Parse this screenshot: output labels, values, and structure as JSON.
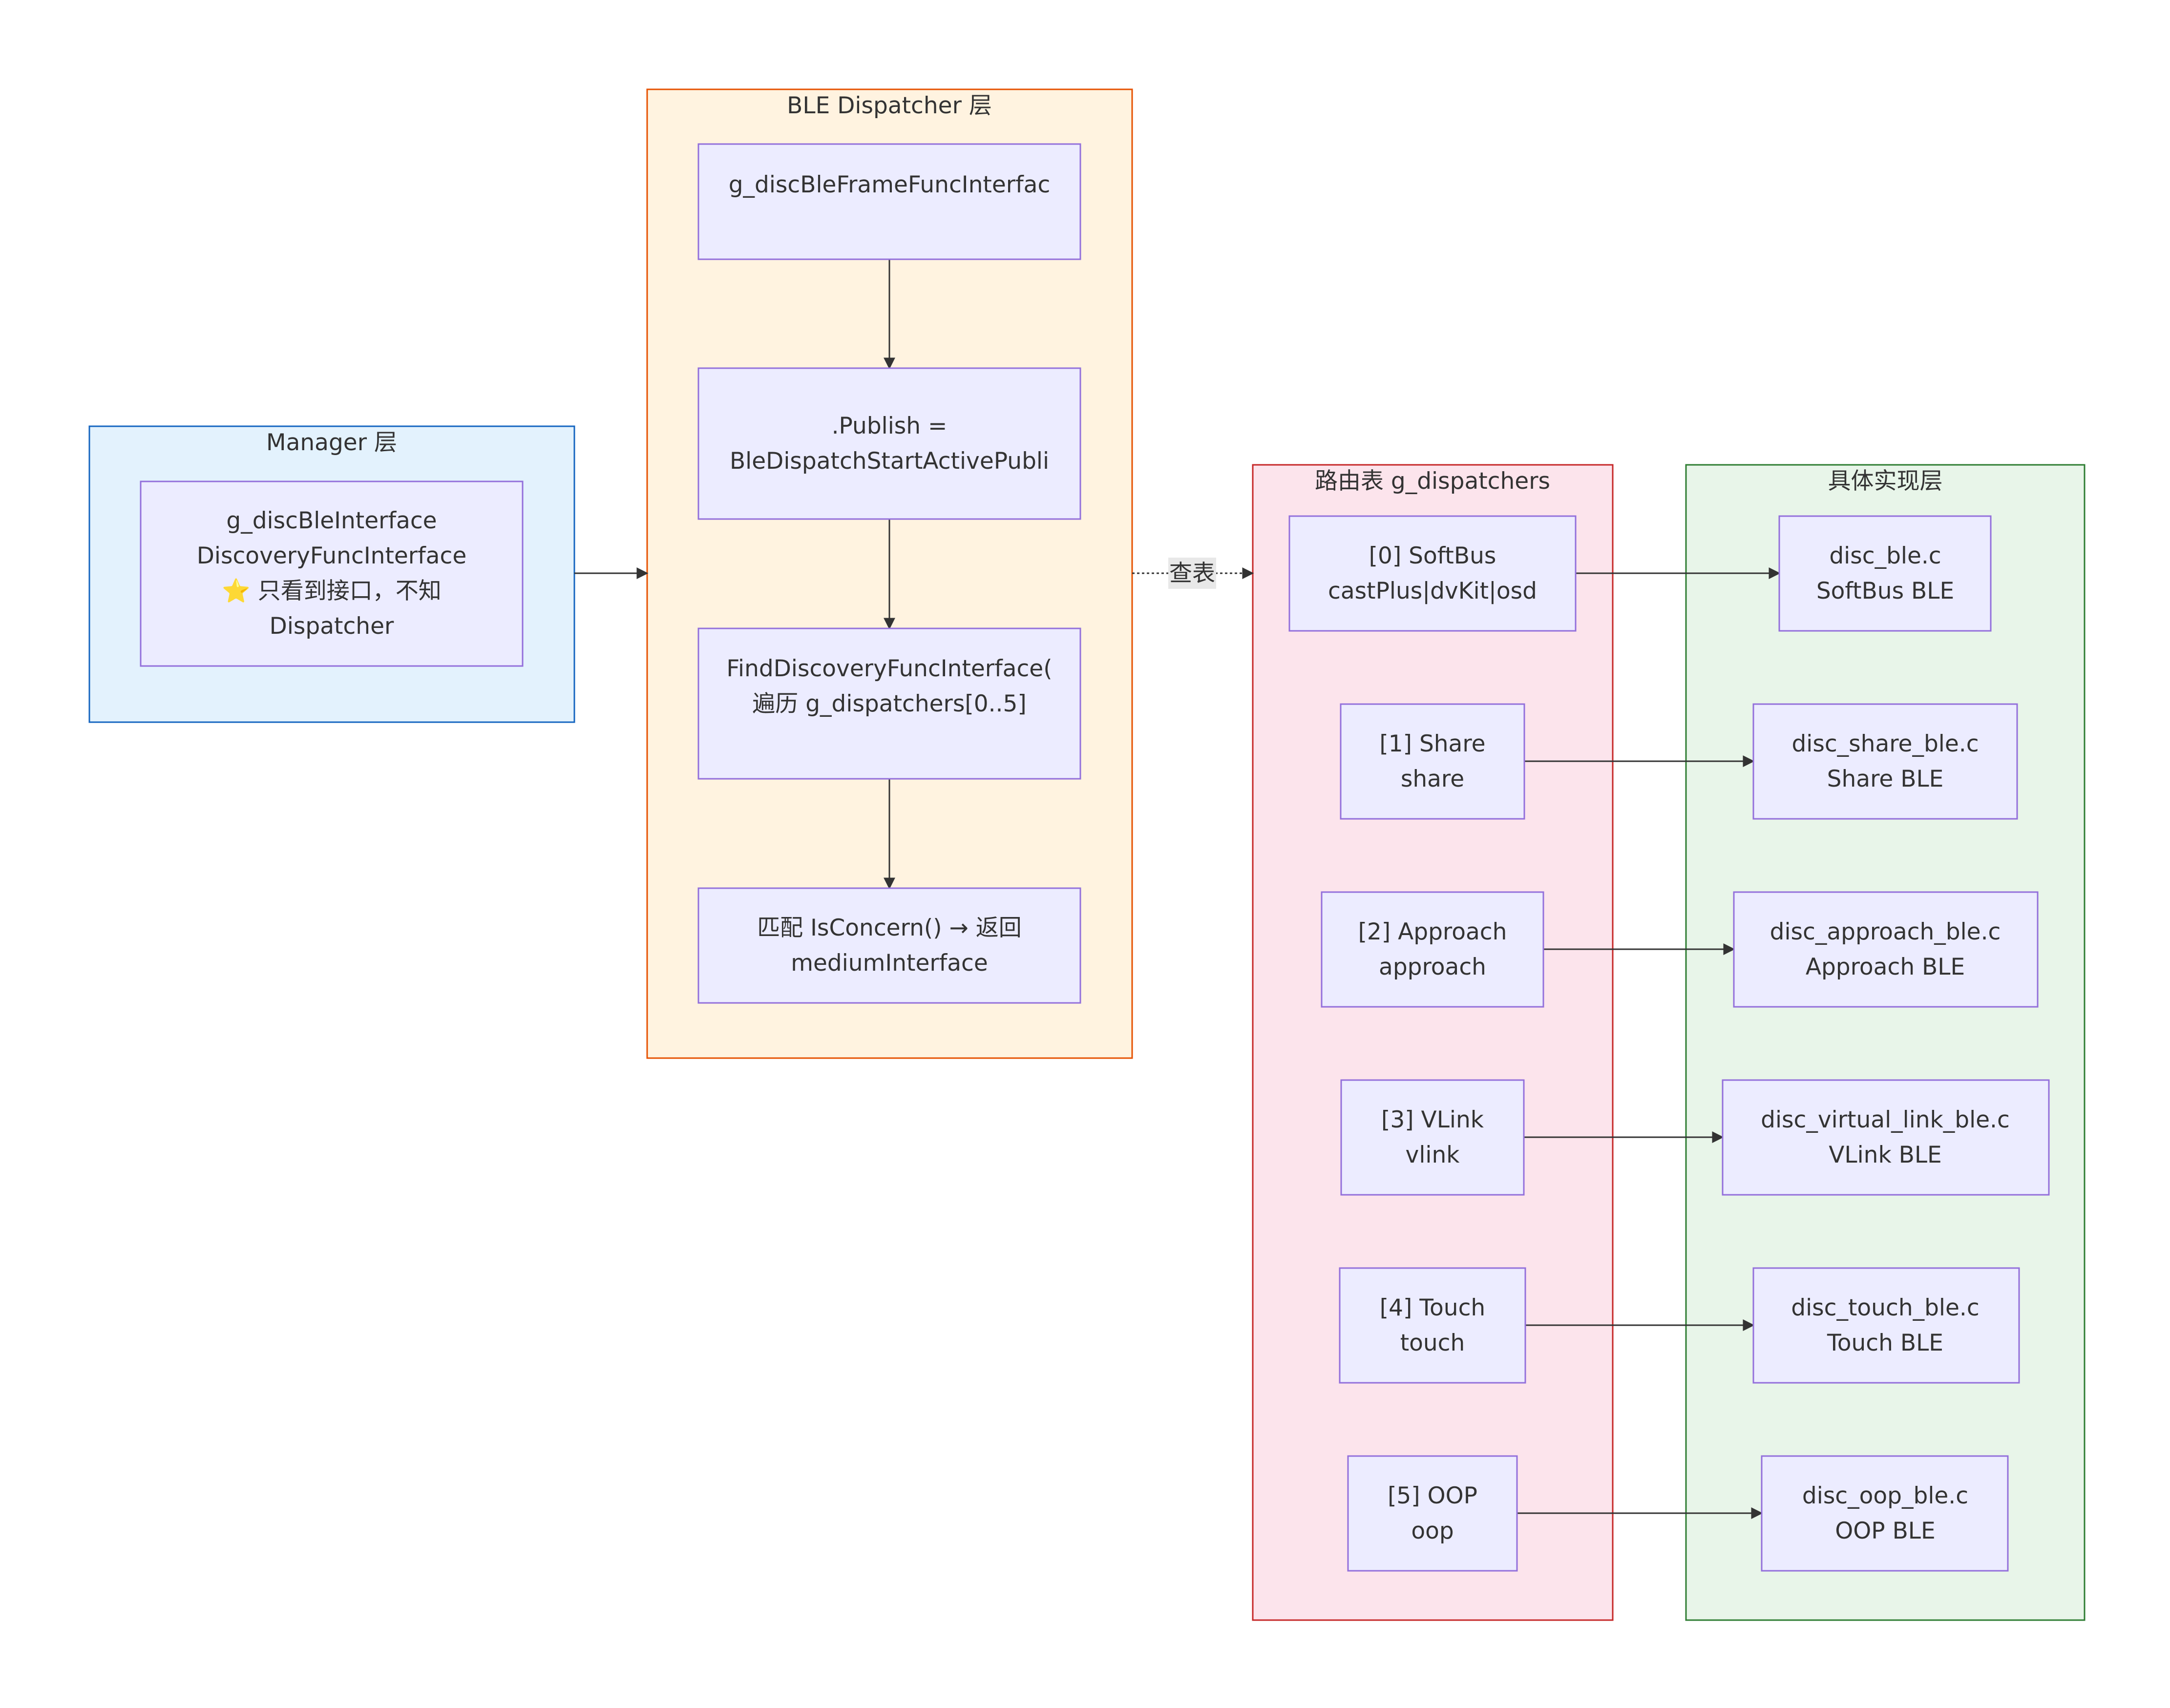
{
  "groups": {
    "manager": {
      "title": "Manager 层"
    },
    "dispatcher": {
      "title": "BLE Dispatcher 层"
    },
    "routing": {
      "title": "路由表 g_dispatchers"
    },
    "impl": {
      "title": "具体实现层"
    }
  },
  "nodes": {
    "manager_iface": {
      "lines": [
        "g_discBleInterface",
        "DiscoveryFuncInterface",
        "⭐ 只看到接口，不知",
        "Dispatcher"
      ]
    },
    "frame_iface": {
      "lines": [
        "g_discBleFrameFuncInterfac"
      ]
    },
    "publish": {
      "lines": [
        ".Publish =",
        "BleDispatchStartActivePubli"
      ]
    },
    "find": {
      "lines": [
        "FindDiscoveryFuncInterface(",
        "遍历 g_dispatchers[0..5]"
      ]
    },
    "match": {
      "lines": [
        "匹配 IsConcern() → 返回",
        "mediumInterface"
      ]
    },
    "r0": {
      "lines": [
        "[0] SoftBus",
        "castPlus|dvKit|osd"
      ]
    },
    "r1": {
      "lines": [
        "[1] Share",
        "share"
      ]
    },
    "r2": {
      "lines": [
        "[2] Approach",
        "approach"
      ]
    },
    "r3": {
      "lines": [
        "[3] VLink",
        "vlink"
      ]
    },
    "r4": {
      "lines": [
        "[4] Touch",
        "touch"
      ]
    },
    "r5": {
      "lines": [
        "[5] OOP",
        "oop"
      ]
    },
    "i0": {
      "lines": [
        "disc_ble.c",
        "SoftBus BLE"
      ]
    },
    "i1": {
      "lines": [
        "disc_share_ble.c",
        "Share BLE"
      ]
    },
    "i2": {
      "lines": [
        "disc_approach_ble.c",
        "Approach BLE"
      ]
    },
    "i3": {
      "lines": [
        "disc_virtual_link_ble.c",
        "VLink BLE"
      ]
    },
    "i4": {
      "lines": [
        "disc_touch_ble.c",
        "Touch BLE"
      ]
    },
    "i5": {
      "lines": [
        "disc_oop_ble.c",
        "OOP BLE"
      ]
    }
  },
  "edges": {
    "lookup_label": "查表"
  },
  "colors": {
    "node_fill": "#ECECFF",
    "node_stroke": "#9370DB",
    "manager_fill": "#E3F2FD",
    "manager_stroke": "#1565C0",
    "dispatcher_fill": "#FFF3E0",
    "dispatcher_stroke": "#E65100",
    "routing_fill": "#FCE4EC",
    "routing_stroke": "#C62828",
    "impl_fill": "#E8F5E9",
    "impl_stroke": "#2E7D32",
    "edge": "#333333"
  }
}
